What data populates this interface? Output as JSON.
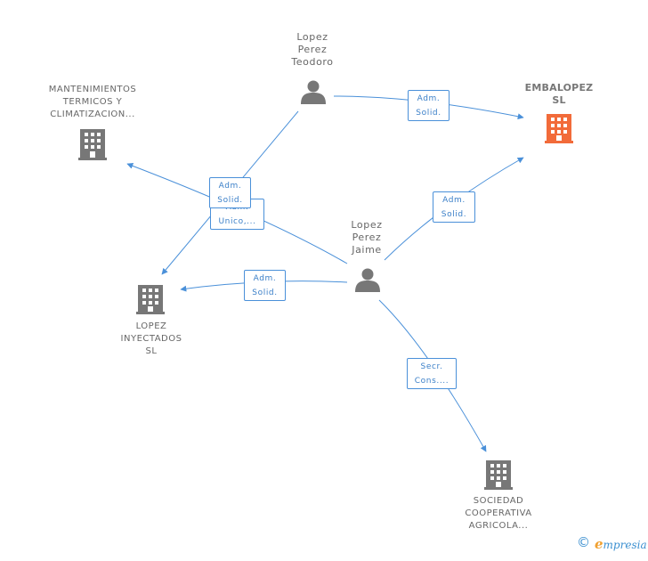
{
  "people": {
    "teodoro": [
      "Lopez",
      "Perez",
      "Teodoro"
    ],
    "jaime": [
      "Lopez",
      "Perez",
      "Jaime"
    ]
  },
  "companies": {
    "embalopez": [
      "EMBALOPEZ",
      "SL"
    ],
    "mantenimientos": [
      "MANTENIMIENTOS",
      "TERMICOS Y",
      "CLIMATIZACION..."
    ],
    "inyectados": [
      "LOPEZ",
      "INYECTADOS",
      "SL"
    ],
    "sociedad": [
      "SOCIEDAD",
      "COOPERATIVA",
      "AGRICOLA..."
    ]
  },
  "relations": {
    "teodoro_embalopez": [
      "Adm.",
      "Solid."
    ],
    "teodoro_inyectados": [
      "Adm.",
      "Solid."
    ],
    "jaime_mantenimientos": [
      "Adm.",
      "Unico,..."
    ],
    "jaime_embalopez": [
      "Adm.",
      "Solid."
    ],
    "jaime_inyectados": [
      "Adm.",
      "Solid."
    ],
    "jaime_sociedad": [
      "Secr.",
      "Cons...."
    ]
  },
  "colors": {
    "edge": "#4a90d9",
    "node_icon": "#777777",
    "main_company_icon": "#f26b3a"
  },
  "footer": {
    "copyright": "©",
    "brand_initial": "e",
    "brand_rest": "mpresia"
  }
}
